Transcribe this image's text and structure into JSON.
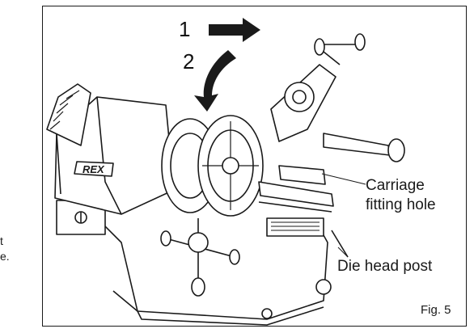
{
  "left_margin_text": [
    "t",
    "e."
  ],
  "steps": [
    {
      "number": "1"
    },
    {
      "number": "2"
    }
  ],
  "callouts": {
    "carriage_line1": "Carriage",
    "carriage_line2": "fitting hole",
    "die_head_post": "Die head post"
  },
  "brand_plate": "REX",
  "figure_label": "Fig. 5",
  "colors": {
    "ink": "#1a1a1a",
    "paper": "#ffffff",
    "shade": "#8a8a8a"
  }
}
